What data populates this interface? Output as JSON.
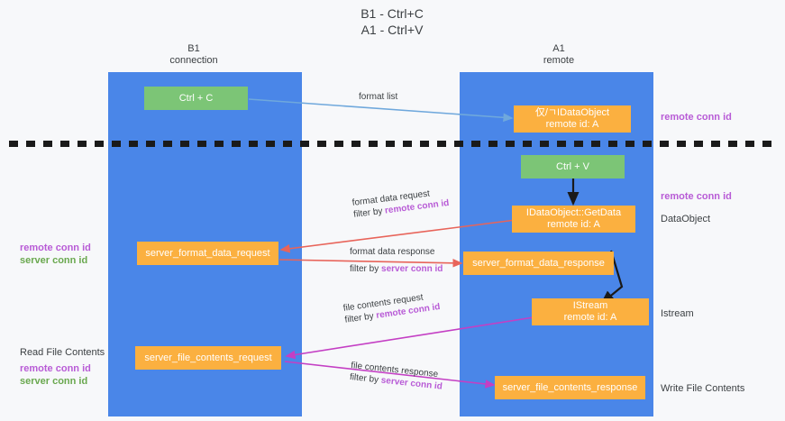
{
  "title": {
    "line1": "B1 - Ctrl+C",
    "line2": "A1 - Ctrl+V"
  },
  "columns": [
    {
      "name": "B1",
      "role": "connection"
    },
    {
      "name": "A1",
      "role": "remote"
    }
  ],
  "boxes": {
    "ctrl_c": "Ctrl + C",
    "ctrl_v": "Ctrl + V",
    "idataobject_remote": {
      "line1": "仅/ㄱIDataObject",
      "line2": "remote id: A"
    },
    "idataobject_getdata": {
      "line1": "IDataObject::GetData",
      "line2": "remote id: A"
    },
    "istream": {
      "line1": "IStream",
      "line2": "remote id: A"
    },
    "server_format_data_request": "server_format_data_request",
    "server_format_data_response": "server_format_data_response",
    "server_file_contents_request": "server_file_contents_request",
    "server_file_contents_response": "server_file_contents_response"
  },
  "arrow_labels": {
    "format_list": "format list",
    "format_data_request": "format data request",
    "format_data_request_filter_prefix": "filter by ",
    "format_data_request_filter_key": "remote conn id",
    "format_data_response": "format data response",
    "format_data_response_filter_prefix": "filter by ",
    "format_data_response_filter_key": "server conn id",
    "file_contents_request": "file contents request",
    "file_contents_request_filter_prefix": "filter by ",
    "file_contents_request_filter_key": "remote conn id",
    "file_contents_response": "file contents response",
    "file_contents_response_filter_prefix": "filter by ",
    "file_contents_response_filter_key": "server conn id"
  },
  "right_notes": {
    "remote_conn_id_top": "remote conn id",
    "remote_conn_id_mid": "remote conn id",
    "dataobject": "DataObject",
    "istream": "Istream",
    "write_file_contents": "Write File Contents"
  },
  "left_notes": {
    "remote_conn_id_mid": "remote conn id",
    "server_conn_id_mid": "server conn id",
    "read_file_contents": "Read File Contents",
    "remote_conn_id_bottom": "remote conn id",
    "server_conn_id_bottom": "server conn id"
  },
  "colors": {
    "lane": "#4a86e8",
    "green_box": "#7cc576",
    "orange_box": "#fbb040",
    "purple_text": "#b85bd6",
    "green_text": "#6aa84f",
    "red_arrow": "#e8645a",
    "magenta_arrow": "#c43fc4",
    "blue_arrow": "#6fa8dc",
    "black_arrow": "#1a1a1a"
  }
}
